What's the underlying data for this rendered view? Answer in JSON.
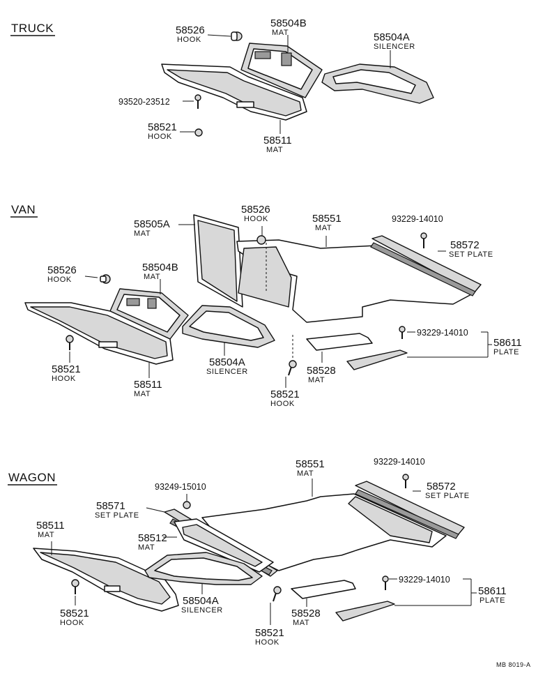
{
  "sections": {
    "truck": "TRUCK",
    "van": "VAN",
    "wagon": "WAGON"
  },
  "truck": {
    "hook_top": {
      "num": "58526",
      "name": "HOOK"
    },
    "mat_b": {
      "num": "58504B",
      "name": "MAT"
    },
    "silencer": {
      "num": "58504A",
      "name": "SILENCER"
    },
    "screw": {
      "num": "93520-23512"
    },
    "hook_bottom": {
      "num": "58521",
      "name": "HOOK"
    },
    "mat": {
      "num": "58511",
      "name": "MAT"
    }
  },
  "van": {
    "mat_a": {
      "num": "58505A",
      "name": "MAT"
    },
    "hook_top": {
      "num": "58526",
      "name": "HOOK"
    },
    "mat_big": {
      "num": "58551",
      "name": "MAT"
    },
    "screw_top": {
      "num": "93229-14010"
    },
    "set_plate": {
      "num": "58572",
      "name": "SET PLATE"
    },
    "hook_left": {
      "num": "58526",
      "name": "HOOK"
    },
    "mat_b": {
      "num": "58504B",
      "name": "MAT"
    },
    "screw_right": {
      "num": "93229-14010"
    },
    "plate": {
      "num": "58611",
      "name": "PLATE"
    },
    "hook_bl": {
      "num": "58521",
      "name": "HOOK"
    },
    "silencer": {
      "num": "58504A",
      "name": "SILENCER"
    },
    "mat_small": {
      "num": "58528",
      "name": "MAT"
    },
    "mat_front": {
      "num": "58511",
      "name": "MAT"
    },
    "hook_mid": {
      "num": "58521",
      "name": "HOOK"
    }
  },
  "wagon": {
    "mat_big": {
      "num": "58551",
      "name": "MAT"
    },
    "screw_top": {
      "num": "93229-14010"
    },
    "set_plate_r": {
      "num": "58572",
      "name": "SET PLATE"
    },
    "screw_mid": {
      "num": "93249-15010"
    },
    "set_plate_l": {
      "num": "58571",
      "name": "SET PLATE"
    },
    "mat_front": {
      "num": "58511",
      "name": "MAT"
    },
    "mat_mid": {
      "num": "58512",
      "name": "MAT"
    },
    "screw_right": {
      "num": "93229-14010"
    },
    "plate": {
      "num": "58611",
      "name": "PLATE"
    },
    "hook_left": {
      "num": "58521",
      "name": "HOOK"
    },
    "silencer": {
      "num": "58504A",
      "name": "SILENCER"
    },
    "mat_small": {
      "num": "58528",
      "name": "MAT"
    },
    "hook_mid": {
      "num": "58521",
      "name": "HOOK"
    }
  },
  "footer": {
    "ref": "MB  8019-A"
  }
}
